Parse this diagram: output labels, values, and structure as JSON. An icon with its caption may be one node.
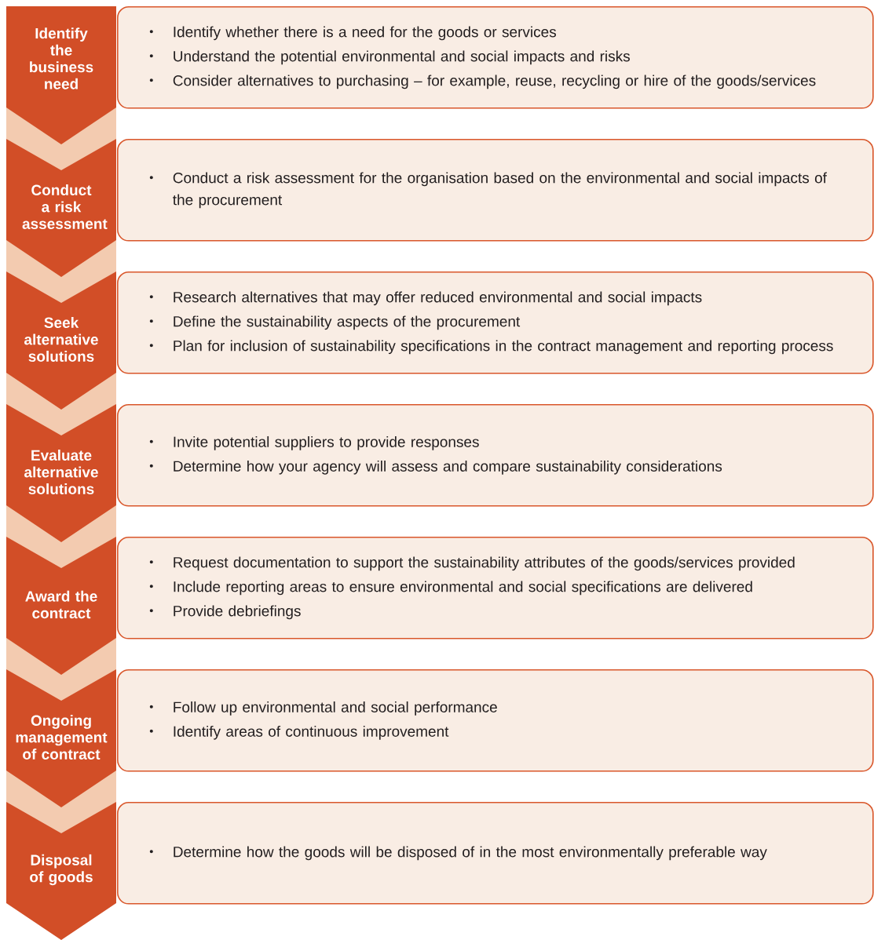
{
  "diagram": {
    "nodes": [
      {
        "text": [
          "Identify the business need"
        ]
      },
      {
        "text": [
          "Identify whether there is a need for the goods or services",
          "Understand the potential environmental and social impacts and risks",
          "Consider alternatives to purchasing – for example, reuse, recycling or hire of the goods/services"
        ]
      },
      {
        "text": [
          "Conduct a risk assessment"
        ]
      },
      {
        "text": [
          "Conduct a risk assessment for the organisation based on the environmental and social impacts of the procurement"
        ]
      },
      {
        "text": [
          "Seek alternative solutions"
        ]
      },
      {
        "text": [
          "Research alternatives that may offer reduced environmental and social impacts",
          "Define the sustainability aspects of the procurement",
          "Plan for inclusion of sustainability specifications in the contract management and reporting process"
        ]
      },
      {
        "text": [
          "Evaluate alternative solutions"
        ]
      },
      {
        "text": [
          "Invite potential suppliers to provide responses",
          "Determine how your agency will assess and compare sustainability considerations"
        ]
      },
      {
        "text": [
          "Award the contract"
        ]
      },
      {
        "text": [
          "Request documentation to support the sustainability attributes of the goods/services provided",
          "Include reporting areas to ensure environmental and social specifications are delivered",
          "Provide debriefings"
        ]
      },
      {
        "text": [
          "Ongoing management of contract"
        ]
      },
      {
        "text": [
          "Follow up environmental and social performance",
          "Identify areas of continuous improvement"
        ]
      },
      {
        "text": [
          "Disposal of goods"
        ]
      },
      {
        "text": [
          "Determine how the goods will be disposed of in the most environmentally preferable way"
        ]
      }
    ]
  }
}
